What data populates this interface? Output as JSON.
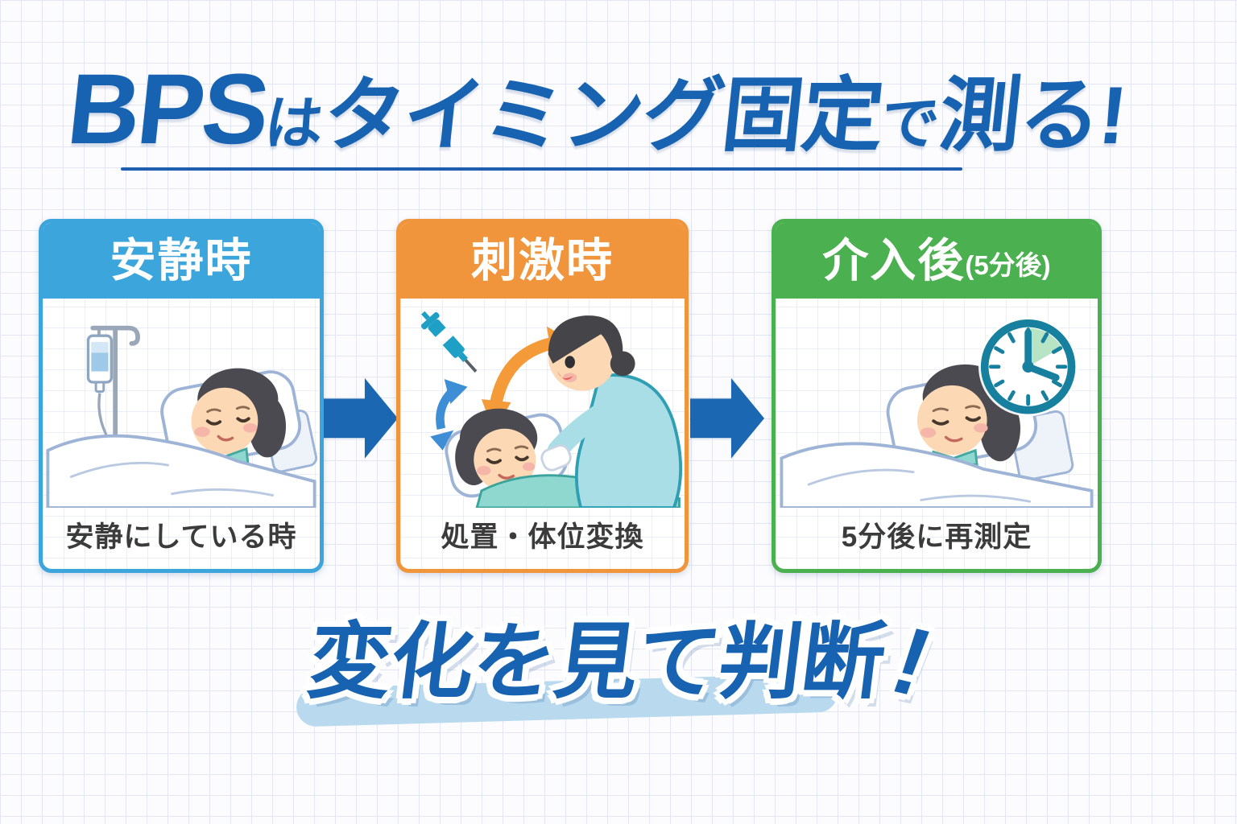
{
  "title": {
    "full": "BPSはタイミング固定で測る!",
    "part_bps": "BPS",
    "part_wa": "は",
    "part_timing": "タイミング固定",
    "part_de": "で",
    "part_hakaru": "測る!",
    "color": "#1763b1"
  },
  "cards": [
    {
      "header": "安静時",
      "header_suffix": "",
      "caption": "安静にしている時",
      "accent": "#3ba5dc",
      "illustration": "sleeping-patient-with-iv-drip"
    },
    {
      "header": "刺激時",
      "header_suffix": "",
      "caption": "処置・体位変換",
      "accent": "#f0953c",
      "illustration": "nurse-performing-care-position-change"
    },
    {
      "header": "介入後",
      "header_suffix": "(5分後)",
      "caption": "5分後に再測定",
      "accent": "#4bb04f",
      "illustration": "sleeping-patient-with-clock"
    }
  ],
  "arrows": {
    "flow_color": "#1b67b2"
  },
  "footer": {
    "text": "変化を見て判断",
    "bang": "!",
    "color": "#1763b1",
    "highlight_color": "#b9daee"
  }
}
